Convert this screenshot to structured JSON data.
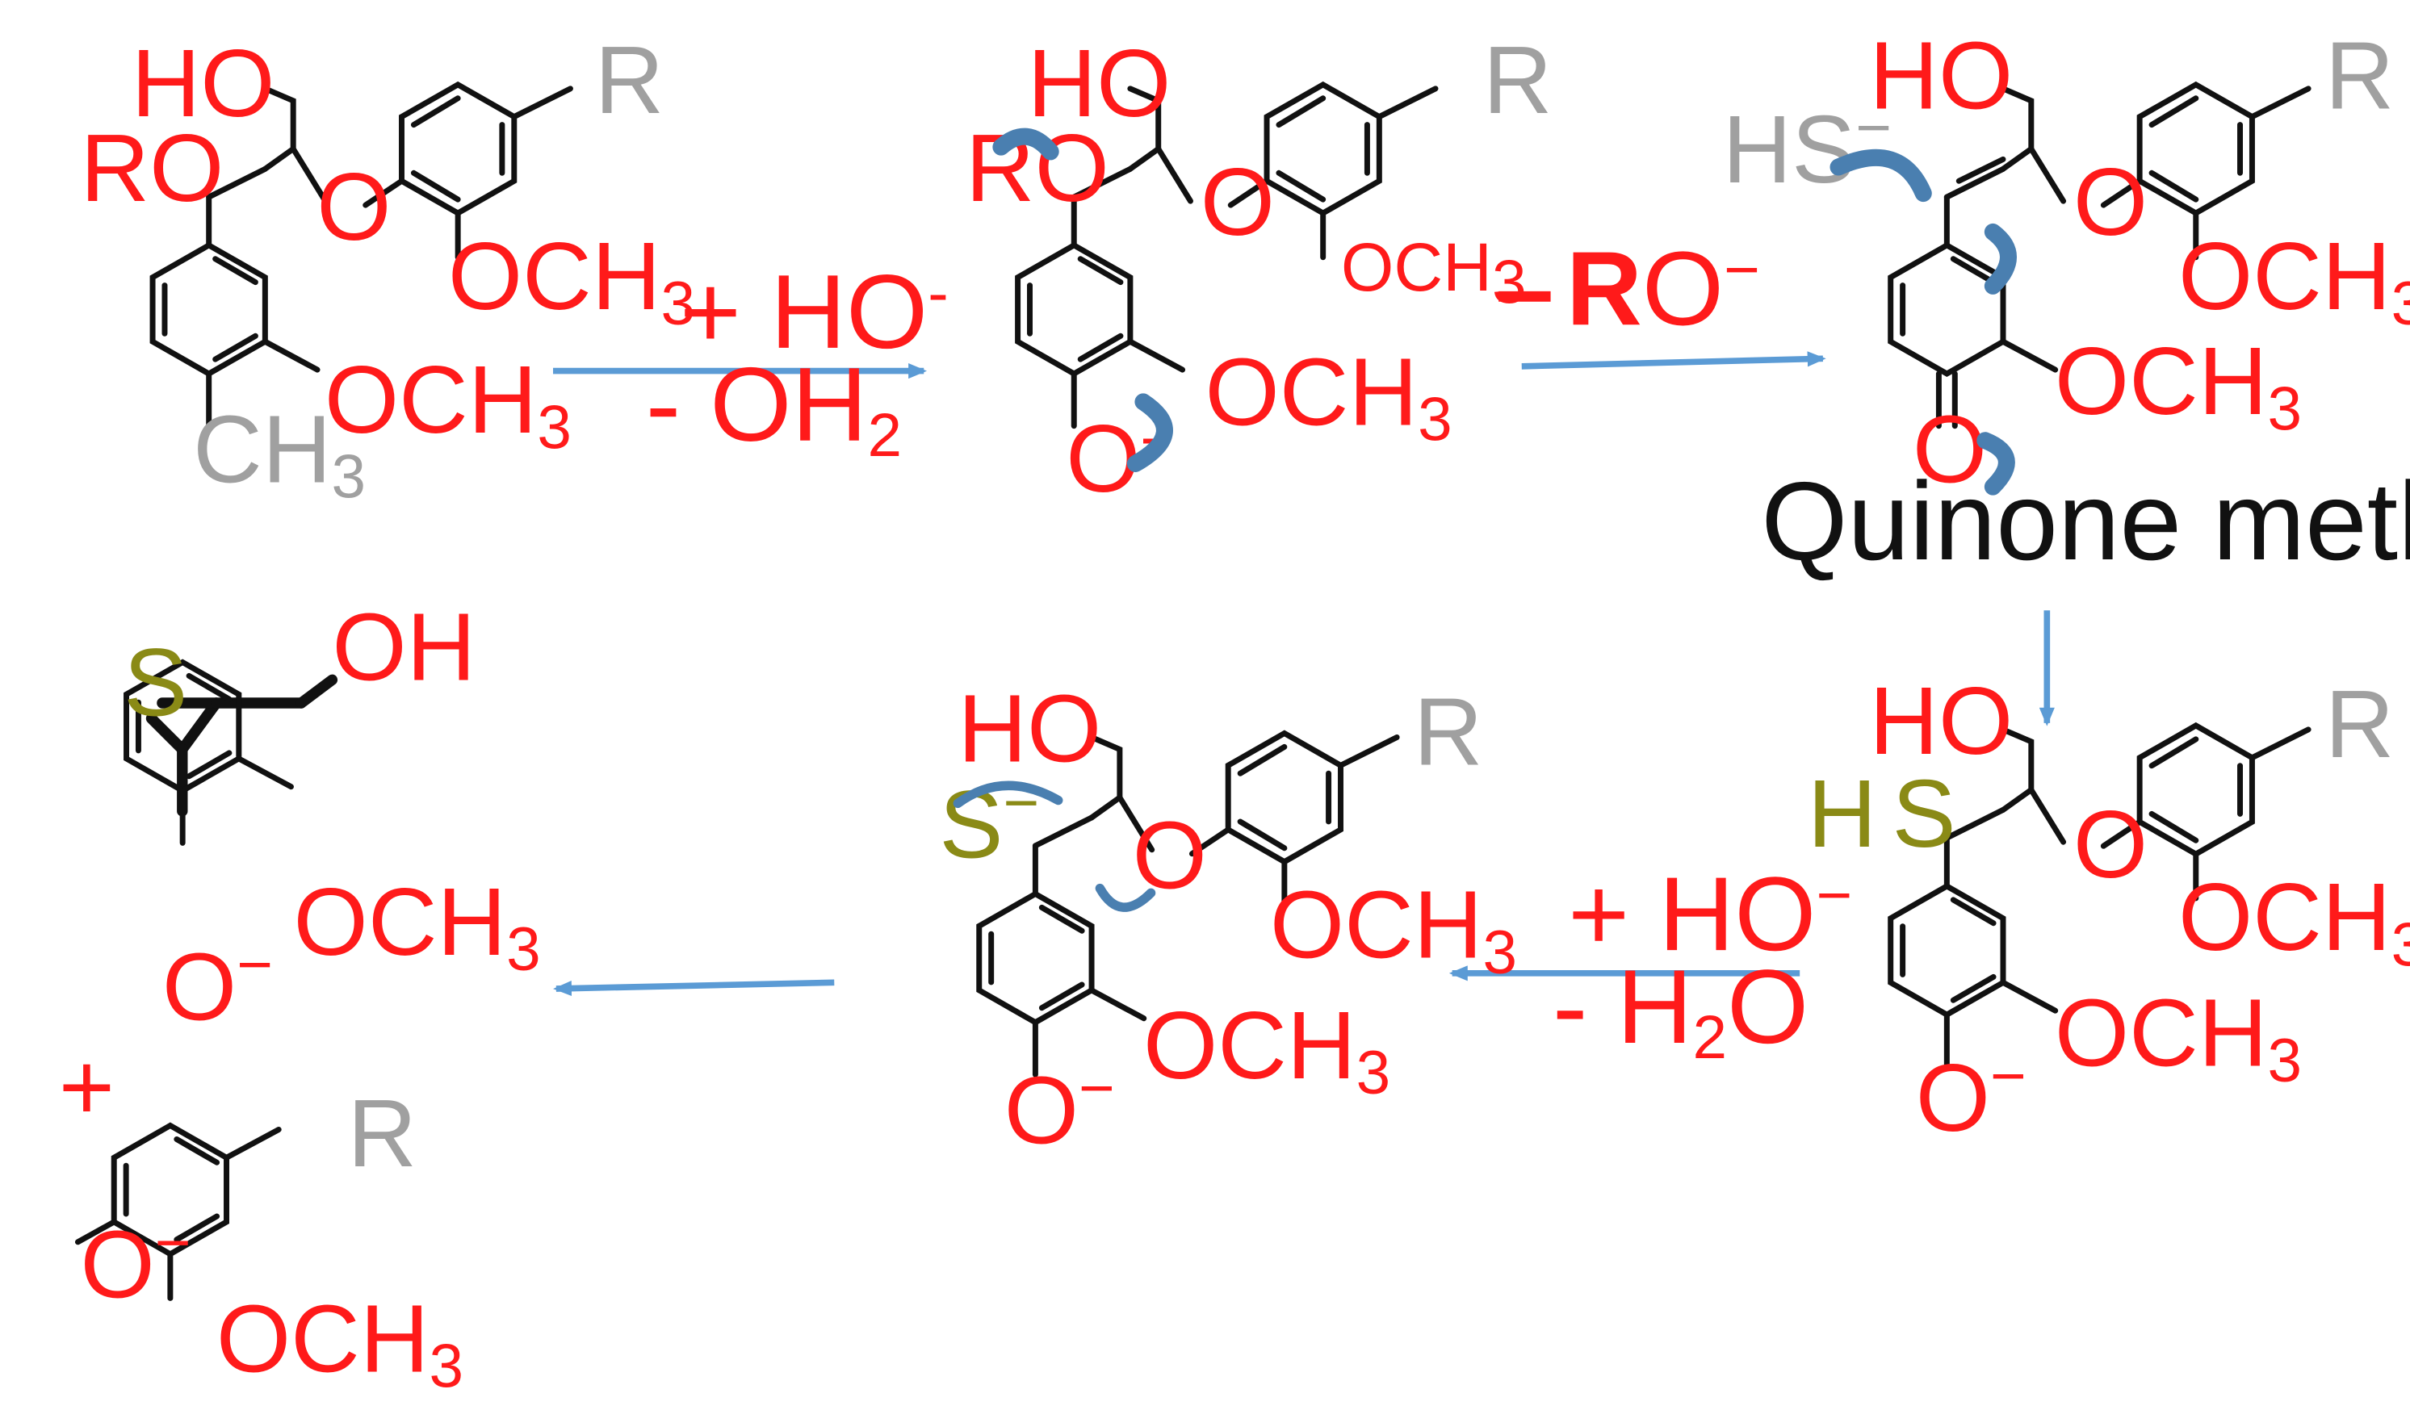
{
  "labels": {
    "HO": "HO",
    "RO": "RO",
    "O": "O",
    "R": "R",
    "OCH": "OCH",
    "sub3": "3",
    "CH": "CH",
    "HS": "HS",
    "H": "H",
    "S": "S",
    "OH": "OH",
    "minus": "−",
    "dash": "-",
    "plus": "+"
  },
  "reagents": {
    "step1_top": "+ HO",
    "step1_bottom": "- OH",
    "step1_bottom_sub": "2",
    "step2_top_dash": "–",
    "step2_top_R": "R",
    "step2_top_O": "O",
    "step4_top": "+ HO",
    "step4_bottom_a": "- H",
    "step4_bottom_sub": "2",
    "step4_bottom_b": "O"
  },
  "captions": {
    "quinone_methide": "Quinone methide"
  },
  "product_plus": "+",
  "colors": {
    "heteroatom": "#ff1a1a",
    "sulfur": "#8a8a16",
    "substituent": "#a0a0a0",
    "reaction_arrow": "#5b9bd5",
    "electron_arrow": "#4a7fb0",
    "bond": "#111111"
  }
}
